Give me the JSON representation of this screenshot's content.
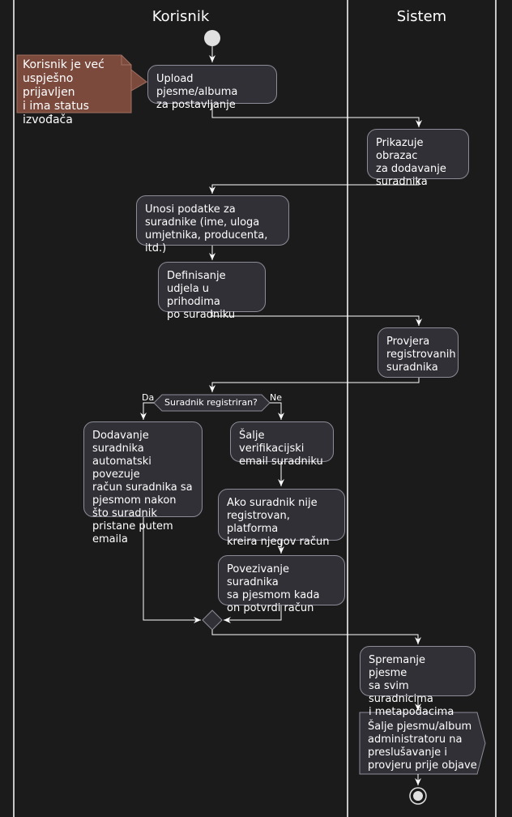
{
  "lanes": {
    "left": "Korisnik",
    "right": "Sistem"
  },
  "note": "Korisnik je već\nuspješno prijavljen\ni ima status\nizvođača",
  "nodes": {
    "upload": "Upload pjesme/albuma\nza postavljanje",
    "prikaz": "Prikazuje obrazac\nza dodavanje\nsuradnika",
    "unosi": "Unosi podatke za\nsuradnike (ime, uloga\numjetnika, producenta, itd.)",
    "definisanje": "Definisanje\nudjela u prihodima\npo suradniku",
    "provjera": "Provjera\nregistrovanih\nsuradnika",
    "dodavanje": "Dodavanje suradnika\nautomatski povezuje\nračun suradnika sa\npjesmom nakon\nšto suradnik\npristane putem\nemaila",
    "salje_verif": "Šalje verifikacijski\nemail suradniku",
    "ako": "Ako suradnik nije\nregistrovan, platforma\nkreira njegov račun",
    "povezivanje": "Povezivanje suradnika\nsa pjesmom kada\non potvrdi račun",
    "spremanje": "Spremanje pjesme\nsa svim suradnicima\ni metapodacima",
    "salje_pjesmu": "Šalje pjesmu/album\nadministratoru na\npreslušavanje i\nprovjeru prije objave"
  },
  "decision": {
    "question": "Suradnik registriran?",
    "yes": "Da",
    "no": "Ne"
  },
  "colors": {
    "background": "#1b1b1b",
    "node_fill": "#303036",
    "node_border": "#8d8d99",
    "note_fill": "#7b4a3d",
    "line": "#ffffff",
    "start_fill": "#e0e0e0"
  }
}
